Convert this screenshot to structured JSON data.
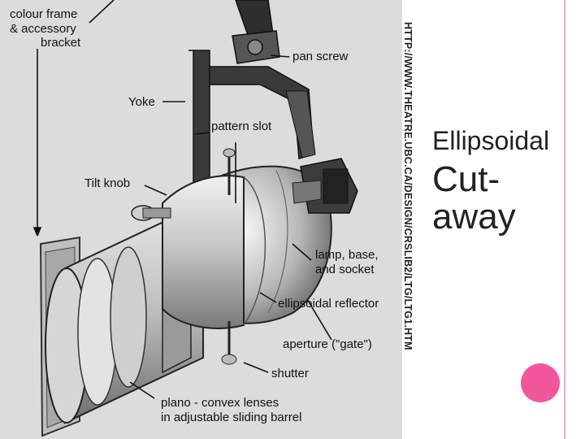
{
  "slide": {
    "title_line1": "Ellipsoidal",
    "title_line2": "Cut-away",
    "source_url": "HTTP://WWW.THEATRE.UBC.CA/DESIGN/CRSLIB2/LTG/LTG1.HTM",
    "accent_color": "#f1579d",
    "accent_line_color": "#f6a9cc"
  },
  "diagram": {
    "labels": {
      "colour_frame_1": "colour frame",
      "colour_frame_2": "& accessory",
      "colour_frame_3": "bracket",
      "pan_screw": "pan screw",
      "yoke": "Yoke",
      "pattern_slot": "pattern slot",
      "tilt_knob": "Tilt knob",
      "lamp_1": "lamp, base,",
      "lamp_2": "and socket",
      "reflector": "ellipsoidal reflector",
      "aperture": "aperture (\"gate\")",
      "shutter": "shutter",
      "lenses_1": "plano - convex lenses",
      "lenses_2": "in adjustable sliding barrel"
    }
  }
}
